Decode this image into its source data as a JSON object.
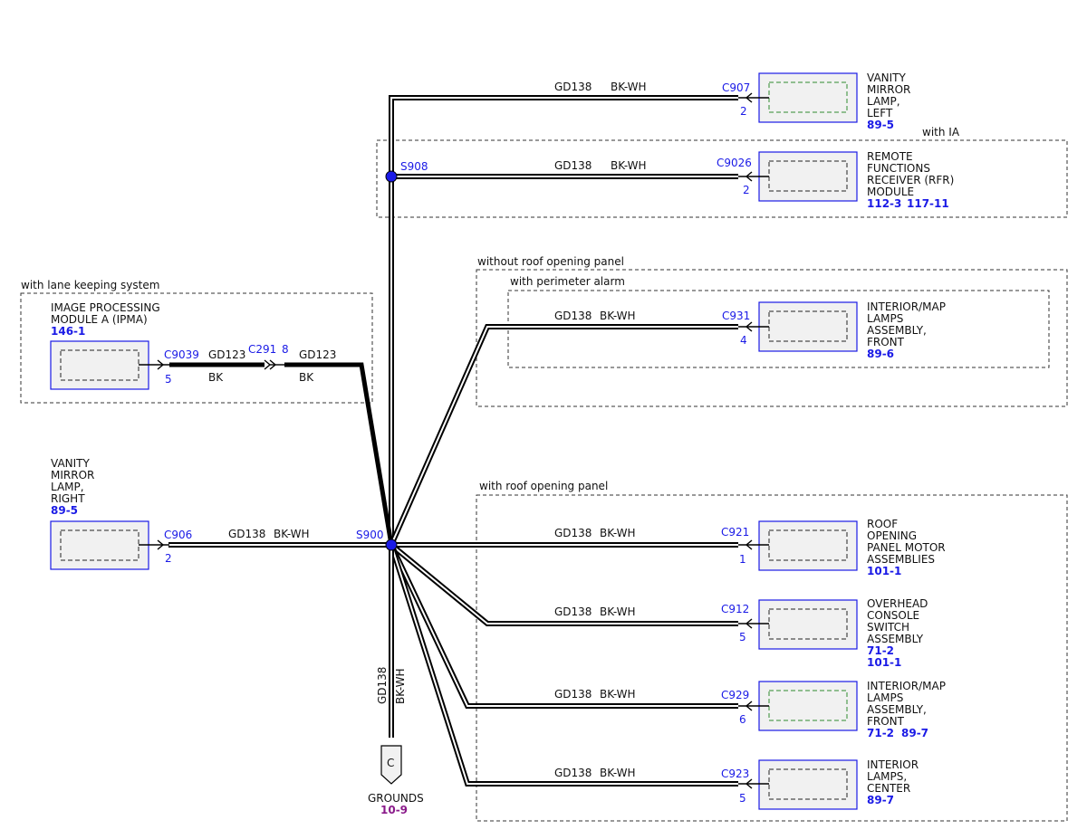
{
  "zones": {
    "with_ia": "with IA",
    "lane_keeping": "with lane keeping system",
    "without_roof": "without roof opening panel",
    "perimeter": "with perimeter alarm",
    "with_roof": "with roof opening panel"
  },
  "splices": {
    "s908": "S908",
    "s900": "S900"
  },
  "wire": {
    "circuit": "GD138",
    "color": "BK-WH"
  },
  "ipma_wire": {
    "circuit": "GD123",
    "color": "BK",
    "inline_connector": "C291",
    "inline_pin": "8"
  },
  "components": [
    {
      "id": "c907",
      "connector": "C907",
      "pin": "2",
      "name_lines": [
        "VANITY",
        "MIRROR",
        "LAMP,",
        "LEFT"
      ],
      "refs": [
        "89-5"
      ]
    },
    {
      "id": "c9026",
      "connector": "C9026",
      "pin": "2",
      "name_lines": [
        "REMOTE",
        "FUNCTIONS",
        "RECEIVER (RFR)",
        "MODULE"
      ],
      "refs": [
        "112-3",
        "117-11"
      ]
    },
    {
      "id": "c931",
      "connector": "C931",
      "pin": "4",
      "name_lines": [
        "INTERIOR/MAP",
        "LAMPS",
        "ASSEMBLY,",
        "FRONT"
      ],
      "refs": [
        "89-6"
      ]
    },
    {
      "id": "c921",
      "connector": "C921",
      "pin": "1",
      "name_lines": [
        "ROOF",
        "OPENING",
        "PANEL MOTOR",
        "ASSEMBLIES"
      ],
      "refs": [
        "101-1"
      ]
    },
    {
      "id": "c912",
      "connector": "C912",
      "pin": "5",
      "name_lines": [
        "OVERHEAD",
        "CONSOLE",
        "SWITCH",
        "ASSEMBLY"
      ],
      "refs": [
        "71-2",
        "101-1"
      ]
    },
    {
      "id": "c929",
      "connector": "C929",
      "pin": "6",
      "name_lines": [
        "INTERIOR/MAP",
        "LAMPS",
        "ASSEMBLY,",
        "FRONT"
      ],
      "refs": [
        "71-2",
        "89-7"
      ]
    },
    {
      "id": "c923",
      "connector": "C923",
      "pin": "5",
      "name_lines": [
        "INTERIOR",
        "LAMPS,",
        "CENTER"
      ],
      "refs": [
        "89-7"
      ]
    },
    {
      "id": "c9039",
      "connector": "C9039",
      "pin": "5",
      "name_lines": [
        "IMAGE PROCESSING",
        "MODULE A (IPMA)"
      ],
      "refs": [
        "146-1"
      ]
    },
    {
      "id": "c906",
      "connector": "C906",
      "pin": "2",
      "name_lines": [
        "VANITY",
        "MIRROR",
        "LAMP,",
        "RIGHT"
      ],
      "refs": [
        "89-5"
      ]
    }
  ],
  "ground": {
    "symbol": "C",
    "label": "GROUNDS",
    "ref": "10-9"
  },
  "colors": {
    "connector_blue": "#1a1ae6",
    "ground_ref_purple": "#8a1a8a"
  }
}
